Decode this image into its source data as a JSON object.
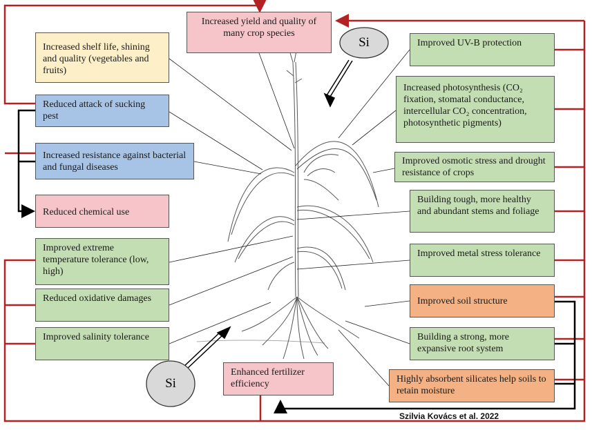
{
  "element": "Si",
  "colors": {
    "frame_red": "#b22222",
    "pink": "#f6c5ca",
    "yellow": "#fdf0c8",
    "blue": "#a7c4e6",
    "green": "#c3deb3",
    "orange": "#f4b183",
    "si_fill": "#d9d9d9"
  },
  "boxes": {
    "yield": "Increased yield and quality of many crop species",
    "shelf_life": "Increased shelf life, shining and quality (vegetables and fruits)",
    "sucking_pest": "Reduced attack of sucking pest",
    "resistance": "Increased resistance against bacterial and fungal diseases",
    "chemical_use": "Reduced chemical use",
    "extreme_temp": "Improved extreme temperature tolerance (low, high)",
    "oxidative": "Reduced oxidative damages",
    "salinity": "Improved salinity tolerance",
    "fertilizer": "Enhanced fertilizer efficiency",
    "uvb": "Improved UV-B protection",
    "photosynthesis": "Increased photosynthesis (CO₂ fixation, stomatal conductance, intercellular CO₂ concentration, photosynthetic pigments)",
    "osmotic": "Improved osmotic stress and drought resistance of crops",
    "stems": "Building tough, more healthy and abundant stems and foliage",
    "metal": "Improved metal stress tolerance",
    "soil_structure": "Improved soil structure",
    "root_system": "Building a strong, more expansive root system",
    "silicates": "Highly absorbent silicates help soils to retain moisture"
  },
  "credit": "Szilvia Kovács et al. 2022"
}
